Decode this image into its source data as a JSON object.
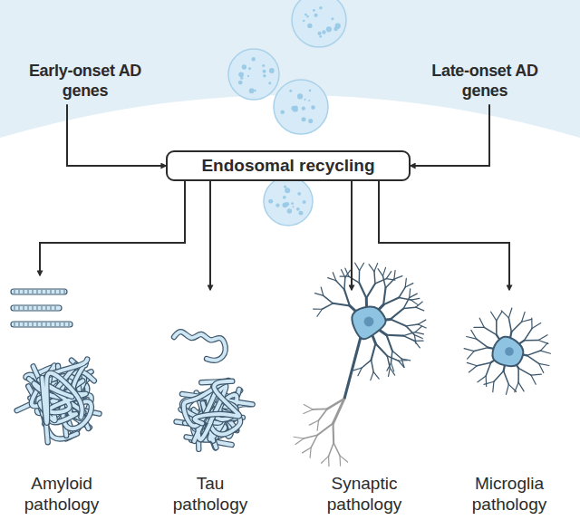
{
  "diagram": {
    "nodes": [
      {
        "text": [
          "Early-onset AD genes"
        ]
      },
      {
        "text": [
          "Late-onset AD genes"
        ]
      },
      {
        "text": [
          "Endosomal recycling"
        ]
      },
      {
        "text": [
          "Amyloid pathology"
        ]
      },
      {
        "text": [
          "Tau pathology"
        ]
      },
      {
        "text": [
          "Synaptic pathology"
        ]
      },
      {
        "text": [
          "Microglia pathology"
        ]
      }
    ],
    "edges": [
      {
        "from": 0,
        "to": 2,
        "arrow": "to"
      },
      {
        "from": 1,
        "to": 2,
        "arrow": "to"
      },
      {
        "from": 2,
        "to": 3,
        "arrow": "to"
      },
      {
        "from": 2,
        "to": 4,
        "arrow": "to"
      },
      {
        "from": 2,
        "to": 5,
        "arrow": "to"
      },
      {
        "from": 2,
        "to": 6,
        "arrow": "to"
      }
    ]
  }
}
